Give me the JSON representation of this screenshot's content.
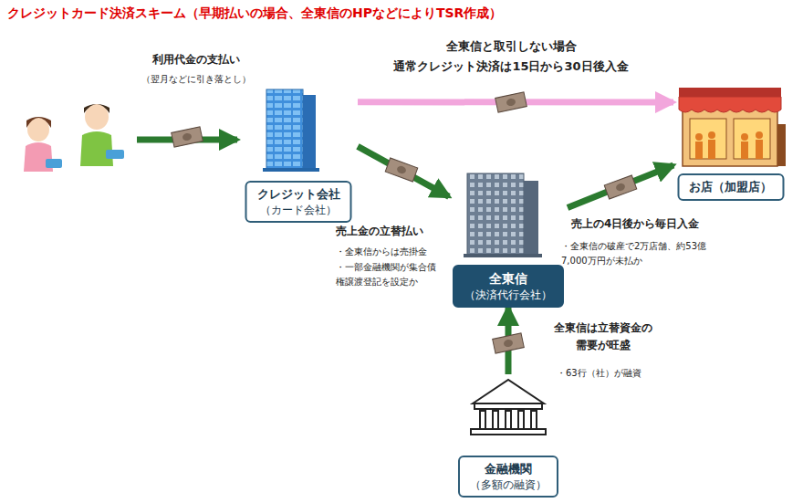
{
  "diagram": {
    "title": "クレジットカード決済スキーム（早期払いの場合、全東信のHPなどによりTSR作成）",
    "nodes": [
      {
        "text": [
          "クレジット会社",
          "（カード会社）"
        ]
      },
      {
        "text": [
          "お店（加盟店）"
        ]
      },
      {
        "text": [
          "全東信",
          "（決済代行会社）"
        ]
      },
      {
        "text": [
          "金融機関",
          "（多額の融資）"
        ]
      }
    ],
    "edges": [
      {
        "from": 0,
        "to": 1,
        "arrow": "to",
        "label": "全東信と取引しない場合 通常クレジット決済は15日から30日後入金"
      },
      {
        "from": 0,
        "to": 2,
        "arrow": "to",
        "label": "売上金の立替払い"
      },
      {
        "from": 2,
        "to": 1,
        "arrow": "to",
        "label": "売上の4日後から毎日入金"
      },
      {
        "from": 3,
        "to": 2,
        "arrow": "to",
        "label": "全東信は立替資金の 需要が旺盛"
      }
    ],
    "labels": [
      "利用代金の支払い",
      "（翌月などに引き落とし）",
      "・全東信からは売掛金",
      "・一部金融機関が集合債 権譲渡登記を設定か",
      "・全東信の破産で2万店舗、約53億 7,000万円が未払か",
      "・63行（社）が融資"
    ]
  }
}
